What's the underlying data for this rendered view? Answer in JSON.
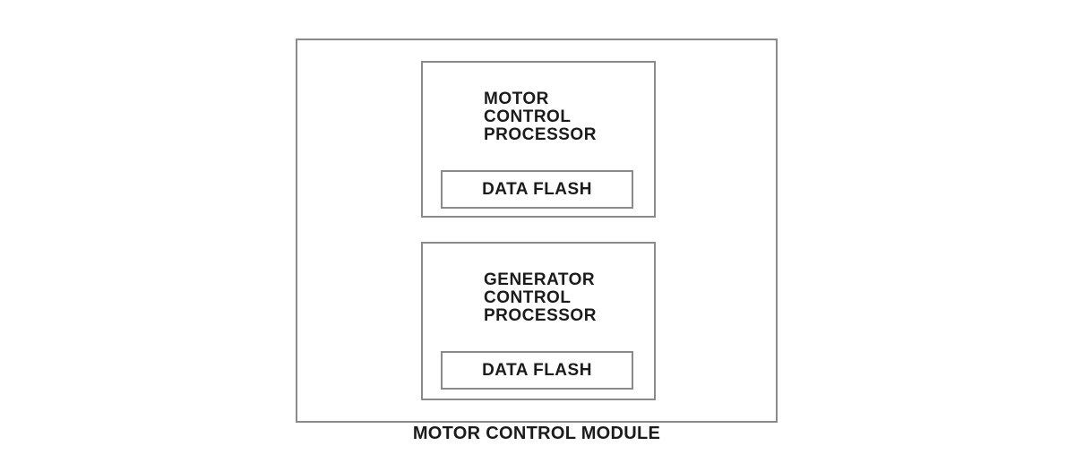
{
  "diagram": {
    "caption": "MOTOR CONTROL MODULE",
    "processors": [
      {
        "title_lines": [
          "MOTOR",
          "CONTROL",
          "PROCESSOR"
        ],
        "memory_label": "DATA FLASH"
      },
      {
        "title_lines": [
          "GENERATOR",
          "CONTROL",
          "PROCESSOR"
        ],
        "memory_label": "DATA FLASH"
      }
    ],
    "colors": {
      "border": "#8a8a8a",
      "text": "#1b1b1b",
      "background": "#ffffff"
    }
  }
}
